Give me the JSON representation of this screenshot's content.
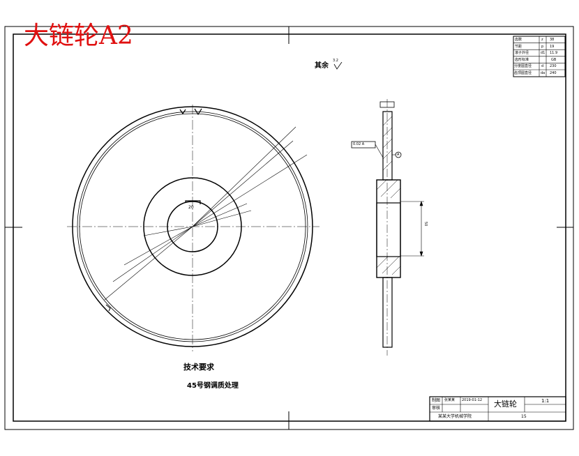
{
  "title": "大链轮A2",
  "surface_note": "其余",
  "surface_note_roughness": "3.2",
  "tech_requirements": {
    "heading": "技术要求",
    "item": "45号钢调质处理"
  },
  "params_table": [
    [
      "齿数",
      "z",
      "38"
    ],
    [
      "节距",
      "p",
      "19"
    ],
    [
      "滚子外径",
      "d1",
      "11.9"
    ],
    [
      "齿形标准",
      "",
      "GB"
    ],
    [
      "分度圆直径",
      "d",
      "230"
    ],
    [
      "齿顶圆直径",
      "da",
      "240"
    ]
  ],
  "title_block": {
    "row1_label": "制图",
    "row1_name": "张某某",
    "row1_date": "2019-01-12",
    "row2_label": "审核",
    "part_name": "大链轮",
    "scale": "1:1",
    "school": "某某大学机械学院",
    "drawing_no": "15"
  },
  "dims": {
    "bore_width": "20",
    "hub_height": "50"
  },
  "tolerance_frame": "0.02 A",
  "datum": "A",
  "colors": {
    "title_red": "#e01010",
    "line": "#000000"
  }
}
